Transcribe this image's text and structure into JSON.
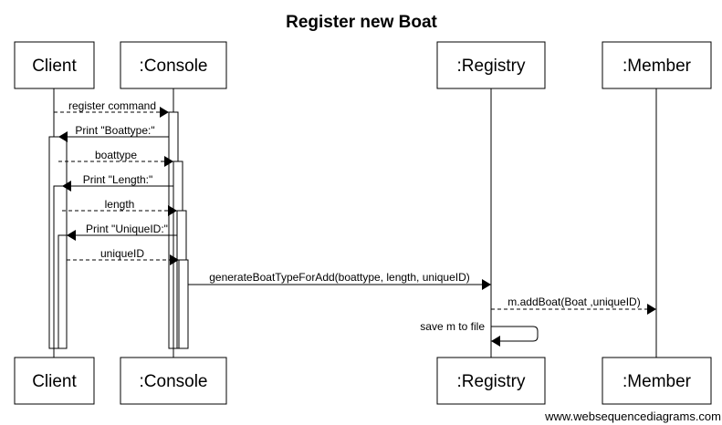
{
  "title": "Register new Boat",
  "watermark": "www.websequencediagrams.com",
  "participants": [
    {
      "id": "client",
      "label": "Client"
    },
    {
      "id": "console",
      "label": ":Console"
    },
    {
      "id": "registry",
      "label": ":Registry"
    },
    {
      "id": "member",
      "label": ":Member"
    }
  ],
  "messages": [
    {
      "label": "register command",
      "from": "client",
      "to": "console",
      "dashed": true
    },
    {
      "label": "Print \"Boattype:\"",
      "from": "console",
      "to": "client",
      "dashed": false
    },
    {
      "label": "boattype",
      "from": "client",
      "to": "console",
      "dashed": true
    },
    {
      "label": "Print \"Length:\"",
      "from": "console",
      "to": "client",
      "dashed": false
    },
    {
      "label": "length",
      "from": "client",
      "to": "console",
      "dashed": true
    },
    {
      "label": "Print \"UniqueID:\"",
      "from": "console",
      "to": "client",
      "dashed": false
    },
    {
      "label": "uniqueID",
      "from": "client",
      "to": "console",
      "dashed": true
    },
    {
      "label": "generateBoatTypeForAdd(boattype, length, uniqueID)",
      "from": "console",
      "to": "registry",
      "dashed": false
    },
    {
      "label": "m.addBoat(Boat ,uniqueID)",
      "from": "registry",
      "to": "member",
      "dashed": true
    },
    {
      "label": "save m to file",
      "from": "registry",
      "to": "registry",
      "dashed": false
    }
  ]
}
